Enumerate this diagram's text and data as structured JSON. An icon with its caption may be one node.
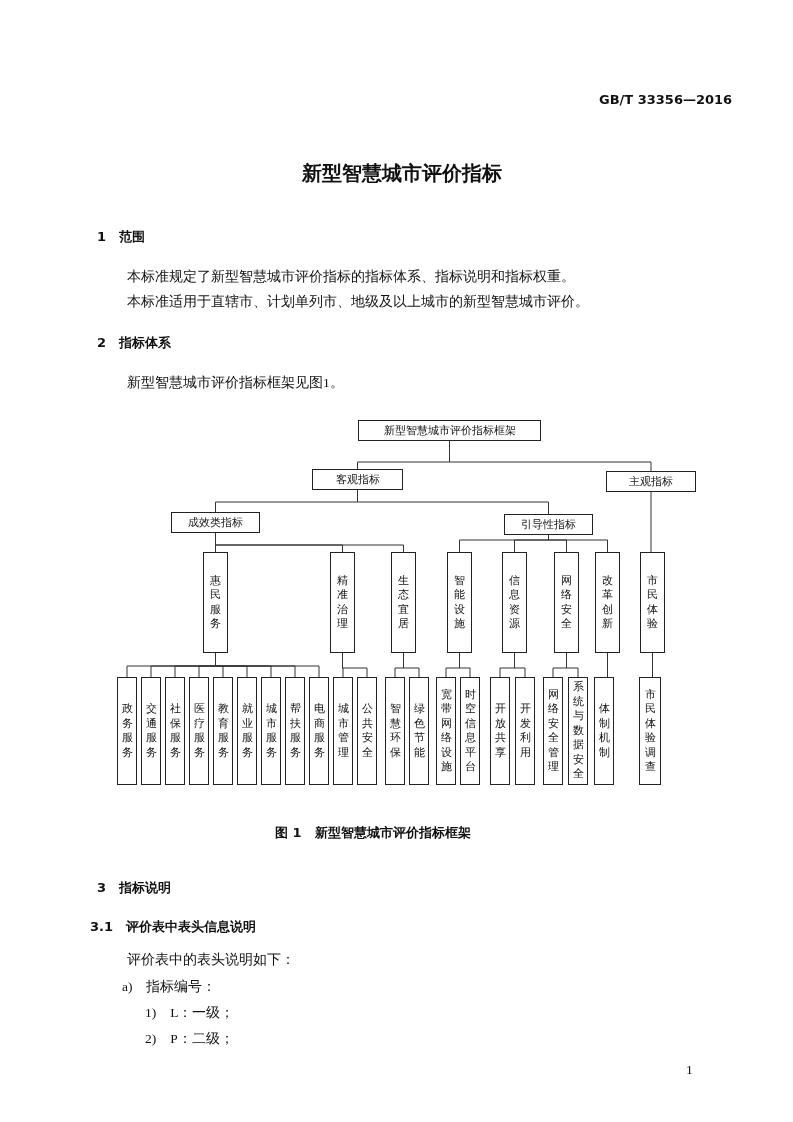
{
  "diagram": {
    "title": "新型智慧城市评价指标",
    "caption": "图 1　新型智慧城市评价指标框架",
    "nodes": [
      {
        "text": [
          "新型智慧城市评价指标框架"
        ]
      },
      {
        "text": [
          "客观指标"
        ]
      },
      {
        "text": [
          "主观指标"
        ]
      },
      {
        "text": [
          "成效类指标"
        ]
      },
      {
        "text": [
          "引导性指标"
        ]
      },
      {
        "text": [
          "惠民服务"
        ]
      },
      {
        "text": [
          "精准治理"
        ]
      },
      {
        "text": [
          "生态宜居"
        ]
      },
      {
        "text": [
          "智能设施"
        ]
      },
      {
        "text": [
          "信息资源"
        ]
      },
      {
        "text": [
          "网络安全"
        ]
      },
      {
        "text": [
          "改革创新"
        ]
      },
      {
        "text": [
          "市民体验"
        ]
      },
      {
        "text": [
          "政务服务"
        ]
      },
      {
        "text": [
          "交通服务"
        ]
      },
      {
        "text": [
          "社保服务"
        ]
      },
      {
        "text": [
          "医疗服务"
        ]
      },
      {
        "text": [
          "教育服务"
        ]
      },
      {
        "text": [
          "就业服务"
        ]
      },
      {
        "text": [
          "城市服务"
        ]
      },
      {
        "text": [
          "帮扶服务"
        ]
      },
      {
        "text": [
          "电商服务"
        ]
      },
      {
        "text": [
          "城市管理"
        ]
      },
      {
        "text": [
          "公共安全"
        ]
      },
      {
        "text": [
          "智慧环保"
        ]
      },
      {
        "text": [
          "绿色节能"
        ]
      },
      {
        "text": [
          "宽带网络设施"
        ]
      },
      {
        "text": [
          "时空信息平台"
        ]
      },
      {
        "text": [
          "开放共享"
        ]
      },
      {
        "text": [
          "开发利用"
        ]
      },
      {
        "text": [
          "网络安全管理"
        ]
      },
      {
        "text": [
          "系统与数据安全"
        ]
      },
      {
        "text": [
          "体制机制"
        ]
      },
      {
        "text": [
          "市民体验调查"
        ]
      }
    ],
    "edges": [
      {
        "from": 0,
        "to": 1,
        "arrow": "none"
      },
      {
        "from": 0,
        "to": 2,
        "arrow": "none"
      },
      {
        "from": 1,
        "to": 3,
        "arrow": "none"
      },
      {
        "from": 1,
        "to": 4,
        "arrow": "none"
      },
      {
        "from": 3,
        "to": 5,
        "arrow": "none"
      },
      {
        "from": 3,
        "to": 6,
        "arrow": "none"
      },
      {
        "from": 3,
        "to": 7,
        "arrow": "none"
      },
      {
        "from": 4,
        "to": 8,
        "arrow": "none"
      },
      {
        "from": 4,
        "to": 9,
        "arrow": "none"
      },
      {
        "from": 4,
        "to": 10,
        "arrow": "none"
      },
      {
        "from": 4,
        "to": 11,
        "arrow": "none"
      },
      {
        "from": 2,
        "to": 12,
        "arrow": "none"
      },
      {
        "from": 5,
        "to": 13,
        "arrow": "none"
      },
      {
        "from": 5,
        "to": 14,
        "arrow": "none"
      },
      {
        "from": 5,
        "to": 15,
        "arrow": "none"
      },
      {
        "from": 5,
        "to": 16,
        "arrow": "none"
      },
      {
        "from": 5,
        "to": 17,
        "arrow": "none"
      },
      {
        "from": 5,
        "to": 18,
        "arrow": "none"
      },
      {
        "from": 5,
        "to": 19,
        "arrow": "none"
      },
      {
        "from": 5,
        "to": 20,
        "arrow": "none"
      },
      {
        "from": 5,
        "to": 21,
        "arrow": "none"
      },
      {
        "from": 6,
        "to": 22,
        "arrow": "none"
      },
      {
        "from": 6,
        "to": 23,
        "arrow": "none"
      },
      {
        "from": 7,
        "to": 24,
        "arrow": "none"
      },
      {
        "from": 7,
        "to": 25,
        "arrow": "none"
      },
      {
        "from": 8,
        "to": 26,
        "arrow": "none"
      },
      {
        "from": 8,
        "to": 27,
        "arrow": "none"
      },
      {
        "from": 9,
        "to": 28,
        "arrow": "none"
      },
      {
        "from": 9,
        "to": 29,
        "arrow": "none"
      },
      {
        "from": 10,
        "to": 30,
        "arrow": "none"
      },
      {
        "from": 10,
        "to": 31,
        "arrow": "none"
      },
      {
        "from": 11,
        "to": 32,
        "arrow": "none"
      },
      {
        "from": 12,
        "to": 33,
        "arrow": "none"
      }
    ],
    "labels": [
      "GB/T 33356—2016",
      "1　范围",
      "本标准规定了新型智慧城市评价指标的指标体系、指标说明和指标权重。",
      "本标准适用于直辖市、计划单列市、地级及以上城市的新型智慧城市评价。",
      "2　指标体系",
      "新型智慧城市评价指标框架见图1。",
      "3　指标说明",
      "3.1　评价表中表头信息说明",
      "评价表中的表头说明如下：",
      "a)　指标编号：",
      "1)　L：一级；",
      "2)　P：二级；",
      "1"
    ]
  }
}
